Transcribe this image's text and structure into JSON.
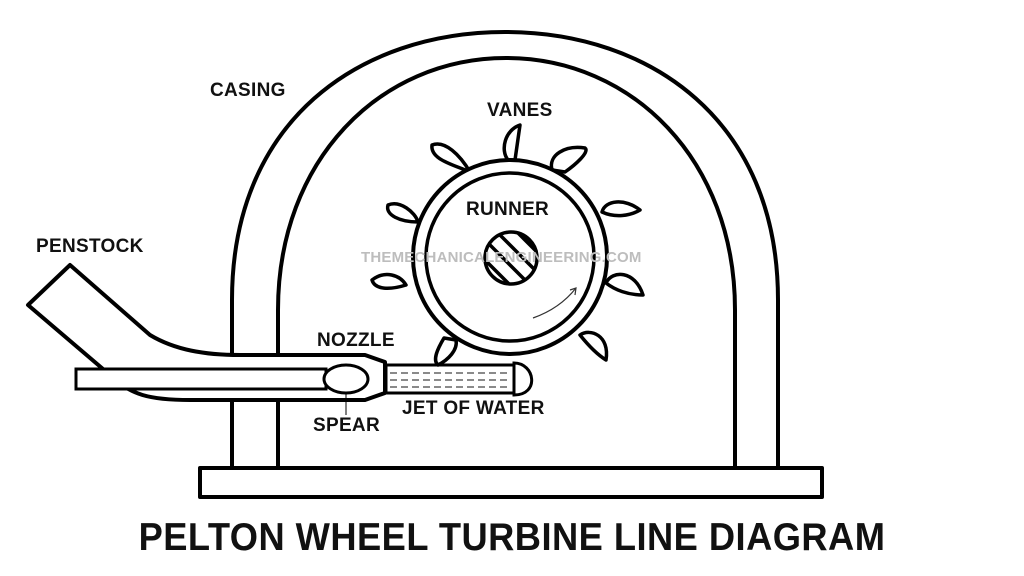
{
  "title": "PELTON WHEEL TURBINE LINE DIAGRAM",
  "watermark": "THEMECHANICALENGINEERING.COM",
  "labels": {
    "casing": "CASING",
    "vanes": "VANES",
    "runner": "RUNNER",
    "penstock": "PENSTOCK",
    "nozzle": "NOZZLE",
    "spear": "SPEAR",
    "jet": "JET OF WATER"
  },
  "colors": {
    "stroke": "#000000",
    "background": "#ffffff",
    "watermark": "#bdbdbd"
  },
  "components": [
    "casing",
    "base",
    "runner",
    "shaft",
    "vanes",
    "penstock",
    "nozzle",
    "spear",
    "jet of water",
    "rotation arrow"
  ]
}
